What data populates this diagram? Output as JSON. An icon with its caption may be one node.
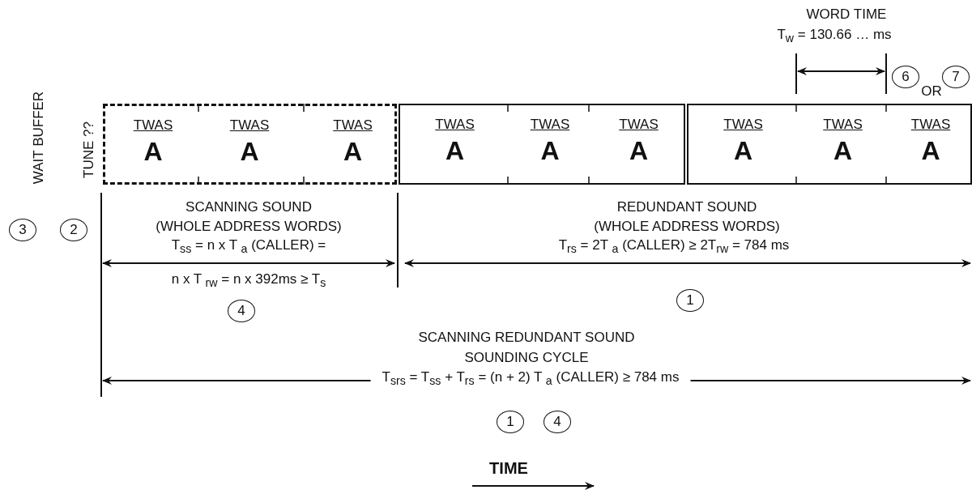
{
  "diagram": {
    "nodes": [
      {
        "text": [
          "6"
        ]
      },
      {
        "text": [
          "7"
        ]
      },
      {
        "text": [],
        "shape": "box"
      },
      {
        "text": [
          "TWAS",
          "A"
        ],
        "in": 2
      },
      {
        "text": [
          "TWAS",
          "A"
        ],
        "in": 2
      },
      {
        "text": [
          "TWAS",
          "A"
        ],
        "in": 2
      },
      {
        "text": [],
        "shape": "box"
      },
      {
        "text": [
          "TWAS",
          "A"
        ],
        "in": 6
      },
      {
        "text": [
          "TWAS",
          "A"
        ],
        "in": 6
      },
      {
        "text": [
          "TWAS",
          "A"
        ],
        "in": 6
      },
      {
        "text": [],
        "shape": "box"
      },
      {
        "text": [
          "TWAS",
          "A"
        ],
        "in": 10
      },
      {
        "text": [
          "TWAS",
          "A"
        ],
        "in": 10
      },
      {
        "text": [
          "TWAS",
          "A"
        ],
        "in": 10
      },
      {
        "text": [
          "3"
        ]
      },
      {
        "text": [
          "2"
        ]
      },
      {
        "text": [
          "4"
        ]
      },
      {
        "text": [
          "1"
        ]
      },
      {
        "text": [
          "1"
        ]
      },
      {
        "text": [
          "4"
        ]
      }
    ],
    "edges": [],
    "labels": [
      "WORD TIME",
      "T$_{w}$ = 130.66 … ms",
      "OR",
      "WAIT BUFFER",
      "TUNE ??",
      "SCANNING SOUND",
      "(WHOLE ADDRESS WORDS)",
      "T$_{ss}$ = n x T $_{a}$ (CALLER) =",
      "REDUNDANT SOUND",
      "(WHOLE ADDRESS WORDS)",
      "T$_{rs}$ = 2T $_{a}$ (CALLER)  ≥ 2T$_{rw}$ = 784 ms",
      "n x T $_{rw}$ = n x 392ms  ≥ T$_{s}$",
      "SCANNING REDUNDANT SOUND",
      "SOUNDING CYCLE",
      "T$_{srs}$ = T$_{ss}$ + T$_{rs}$ = (n + 2) T $_{a}$ (CALLER)  ≥ 784 ms",
      "TIME"
    ]
  }
}
